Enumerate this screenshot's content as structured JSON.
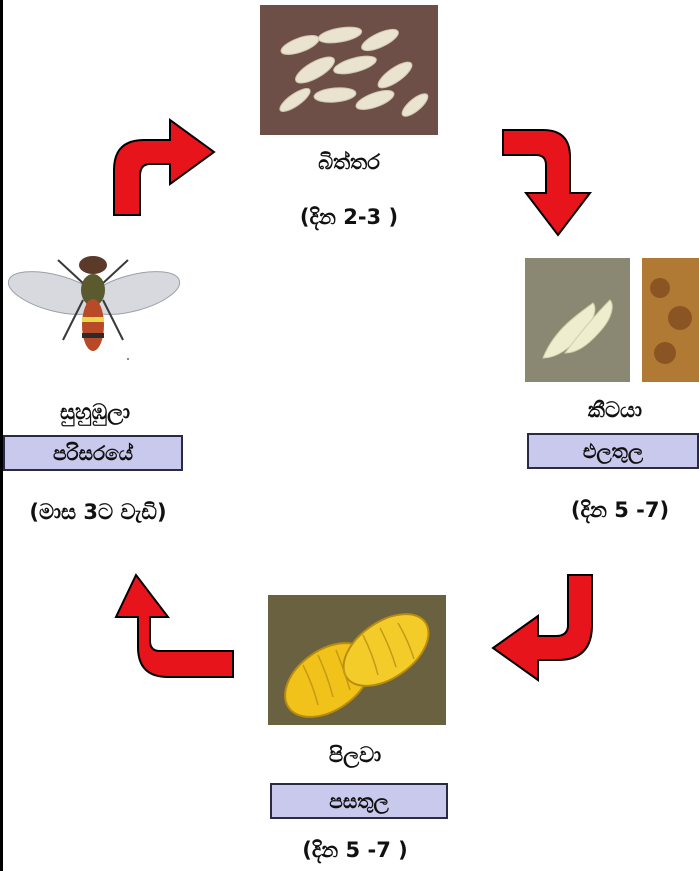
{
  "stages": {
    "egg": {
      "name": "බිත්තර",
      "duration": "(දින 2-3 )"
    },
    "larva": {
      "name": "කීටයා",
      "location": "එලතුල",
      "duration": "(දින 5 -7)"
    },
    "pupa": {
      "name": "පිලවා",
      "location": "පසතුල",
      "duration": "(දින 5 -7 )"
    },
    "adult": {
      "name": "සුහුඹුලා",
      "location": "පරිසරයේ",
      "duration": "(මාස 3ට වැඩි)"
    }
  },
  "colors": {
    "arrow_fill": "#e8141b",
    "arrow_stroke": "#000000",
    "box_fill": "#c9c9ee"
  }
}
